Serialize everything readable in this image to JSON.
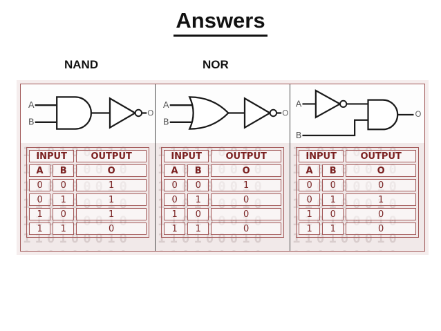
{
  "slide": {
    "title": "Answers"
  },
  "gate_labels": {
    "nand": "NAND",
    "nor": "NOR"
  },
  "watermark": {
    "pattern": "110100010 "
  },
  "colors": {
    "accent_maroon": "#9f5656",
    "table_border": "#a25757",
    "table_text": "#7b2525",
    "table_bg": "#f1e9e9",
    "halo_pink": "#f5eded",
    "line_black": "#1a1a1a"
  },
  "panels": [
    {
      "name": "nand",
      "diagram": {
        "type": "and-gate-then-inverter",
        "input_a": "A",
        "input_b": "B",
        "output": "O"
      },
      "table": {
        "input_header": "INPUT",
        "output_header": "OUTPUT",
        "col_a": "A",
        "col_b": "B",
        "col_o": "O",
        "rows": [
          [
            "0",
            "0",
            "1"
          ],
          [
            "0",
            "1",
            "1"
          ],
          [
            "1",
            "0",
            "1"
          ],
          [
            "1",
            "1",
            "0"
          ]
        ]
      }
    },
    {
      "name": "nor",
      "diagram": {
        "type": "or-gate-then-inverter",
        "input_a": "A",
        "input_b": "B",
        "output": "O"
      },
      "table": {
        "input_header": "INPUT",
        "output_header": "OUTPUT",
        "col_a": "A",
        "col_b": "B",
        "col_o": "O",
        "rows": [
          [
            "0",
            "0",
            "1"
          ],
          [
            "0",
            "1",
            "0"
          ],
          [
            "1",
            "0",
            "0"
          ],
          [
            "1",
            "1",
            "0"
          ]
        ]
      }
    },
    {
      "name": "not-a-and-b",
      "diagram": {
        "type": "inverter-on-a-then-and-gate",
        "input_a": "A",
        "input_b": "B",
        "output": "O"
      },
      "table": {
        "input_header": "INPUT",
        "output_header": "OUTPUT",
        "col_a": "A",
        "col_b": "B",
        "col_o": "O",
        "rows": [
          [
            "0",
            "0",
            "0"
          ],
          [
            "0",
            "1",
            "1"
          ],
          [
            "1",
            "0",
            "0"
          ],
          [
            "1",
            "1",
            "0"
          ]
        ]
      }
    }
  ]
}
